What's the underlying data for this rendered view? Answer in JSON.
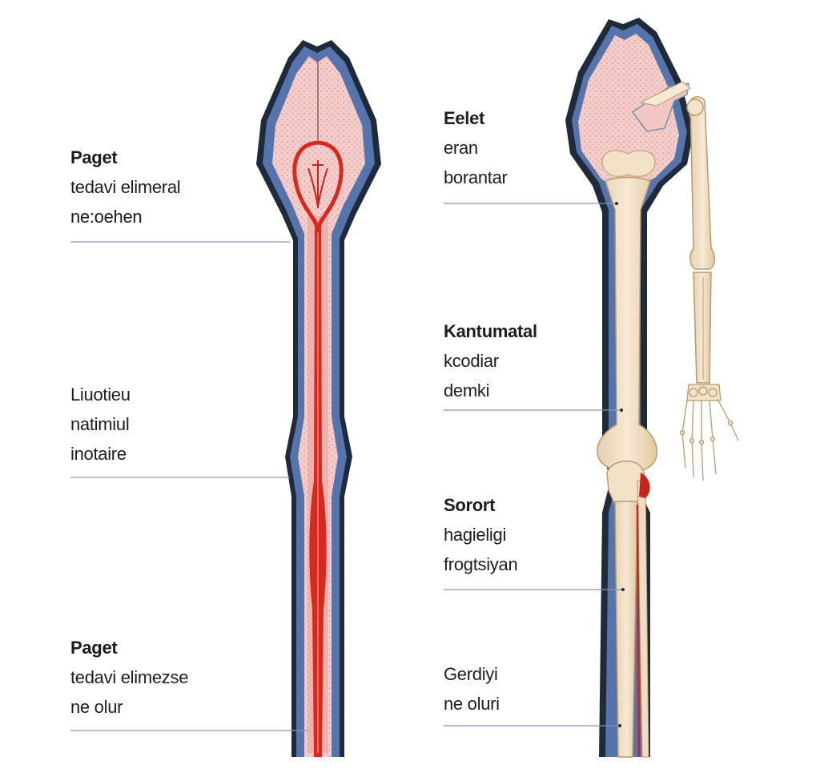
{
  "labels": {
    "left_1": {
      "title": "Paget",
      "lines": [
        "tedavi elimeral",
        "ne:oehen"
      ]
    },
    "left_2": {
      "lines": [
        "Liuotieu",
        "natimiul",
        "inotaire"
      ]
    },
    "left_3": {
      "title": "Paget",
      "lines": [
        "tedavi elimezse",
        "ne olur"
      ]
    },
    "right_1": {
      "title": "Eelet",
      "lines": [
        "eran",
        "borantar"
      ]
    },
    "right_2": {
      "title": "Kantumatal",
      "lines": [
        "kcodiar",
        "demki"
      ]
    },
    "right_3": {
      "title": "Sorort",
      "lines": [
        "hagieligi",
        "frogtsiyan"
      ]
    },
    "right_4": {
      "lines": [
        "Gerdiyi",
        "ne oluri"
      ]
    }
  },
  "colors": {
    "periosteum": "#4f6fa6",
    "cortex_outline": "#1f2a3a",
    "cancellous": "#f3c7c4",
    "marrow_stripe": "#e8a7a5",
    "artery": "#d42a1f",
    "bone": "#f2dfc4",
    "bone_shade": "#e4c9a3",
    "leader_line": "#8a98ad"
  }
}
